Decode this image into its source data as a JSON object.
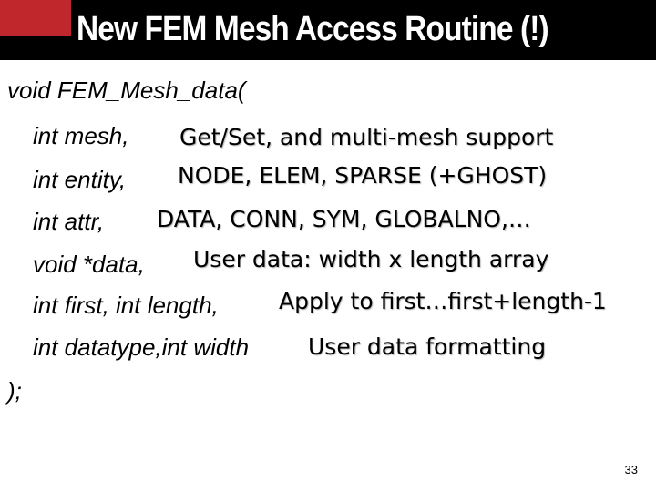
{
  "slide": {
    "title": "New FEM Mesh Access Routine (!)",
    "page_number": "33",
    "colors": {
      "title_bar": "#000000",
      "accent": "#c0272d",
      "title_text": "#ffffff"
    }
  },
  "code": {
    "signature": "void FEM_Mesh_data(",
    "closing": ");",
    "params": [
      {
        "param": "int mesh,",
        "description": "Get/Set, and multi-mesh support"
      },
      {
        "param": "int entity,",
        "description": "NODE, ELEM, SPARSE (+GHOST)"
      },
      {
        "param": "int attr,",
        "description": "DATA, CONN, SYM, GLOBALNO,…"
      },
      {
        "param": "void *data,",
        "description": "User data: width x length array"
      },
      {
        "param": "int first, int length,",
        "description": "Apply to first…first+length-1"
      },
      {
        "param": "int datatype,int width",
        "description": "User data formatting"
      }
    ]
  }
}
